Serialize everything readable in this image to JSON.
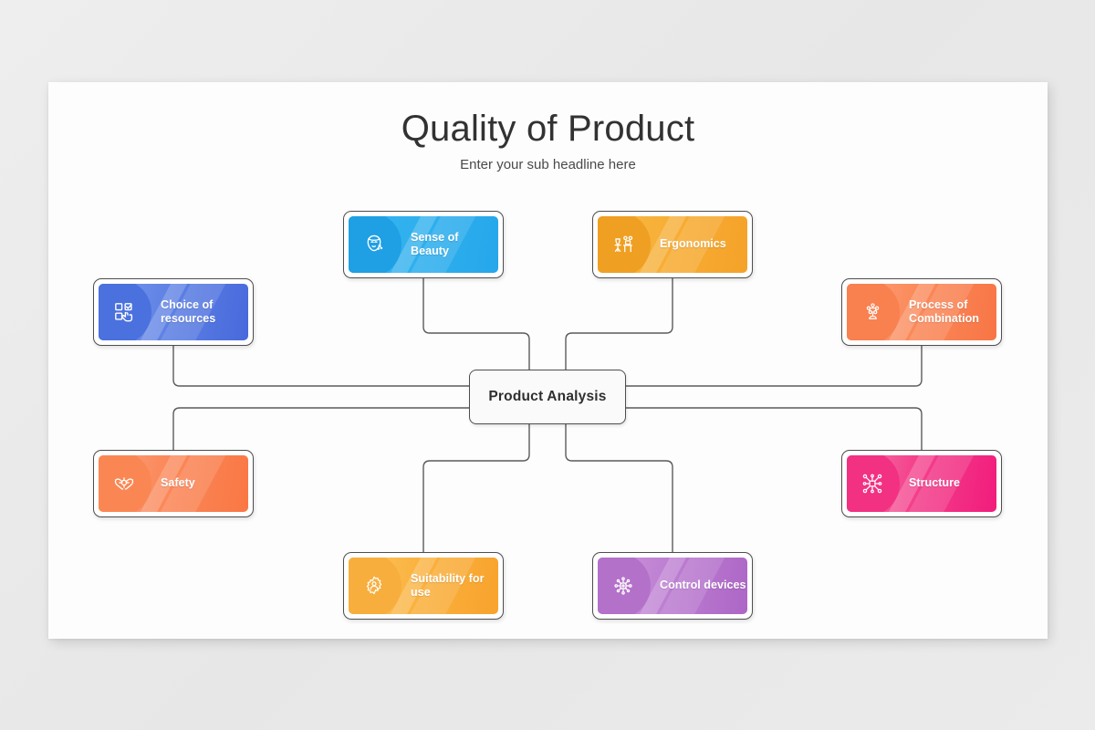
{
  "slide": {
    "title": "Quality of Product",
    "subtitle": "Enter your sub headline here",
    "background_color": "#ebebeb",
    "surface_color": "#fdfdfd"
  },
  "center": {
    "label": "Product Analysis",
    "background_color": "#fafafa",
    "border_color": "#4e4e4e"
  },
  "connector": {
    "color": "#5b5b5b",
    "width": 1.4
  },
  "nodes": [
    {
      "id": "sense-of-beauty",
      "label": "Sense of Beauty",
      "icon": "face-beauty-icon",
      "position": "top-inner-left",
      "color_start": "#35b4ef",
      "color_end": "#2aa8ec",
      "disc_color": "#1f9fe4"
    },
    {
      "id": "ergonomics",
      "label": "Ergonomics",
      "icon": "desk-chair-icon",
      "position": "top-inner-right",
      "color_start": "#f7b73f",
      "color_end": "#f6a32a",
      "disc_color": "#edа024",
      "disc_color_hex": "#eb9c20"
    },
    {
      "id": "choice-of-resources",
      "label": "Choice of\nresources",
      "icon": "checkbox-cursor-icon",
      "position": "upper-left",
      "color_start": "#6f8ee8",
      "color_end": "#4a6fdd",
      "disc_color": "#4a71de"
    },
    {
      "id": "process-of-combination",
      "label": "Process of\nCombination",
      "icon": "molecule-cluster-icon",
      "position": "upper-right",
      "color_start": "#fa9a6e",
      "color_end": "#f9774a",
      "disc_color": "#f9804f"
    },
    {
      "id": "safety",
      "label": "Safety",
      "icon": "hands-protect-icon",
      "position": "lower-left",
      "color_start": "#fa9972",
      "color_end": "#fb7a43",
      "disc_color": "#fa8753"
    },
    {
      "id": "structure",
      "label": "Structure",
      "icon": "network-chip-icon",
      "position": "lower-right",
      "color_start": "#f56f9f",
      "color_end": "#f2187a",
      "disc_color": "#f23183"
    },
    {
      "id": "suitability-for-use",
      "label": "Suitability for use",
      "icon": "gear-person-icon",
      "position": "bottom-inner-left",
      "color_start": "#fbc05a",
      "color_end": "#f9a52e",
      "disc_color": "#f8ae3c"
    },
    {
      "id": "control-devices",
      "label": "Control devices",
      "icon": "iot-chip-icon",
      "position": "bottom-inner-right",
      "color_start": "#c58ad6",
      "color_end": "#b069c8",
      "disc_color": "#b471c9"
    }
  ]
}
